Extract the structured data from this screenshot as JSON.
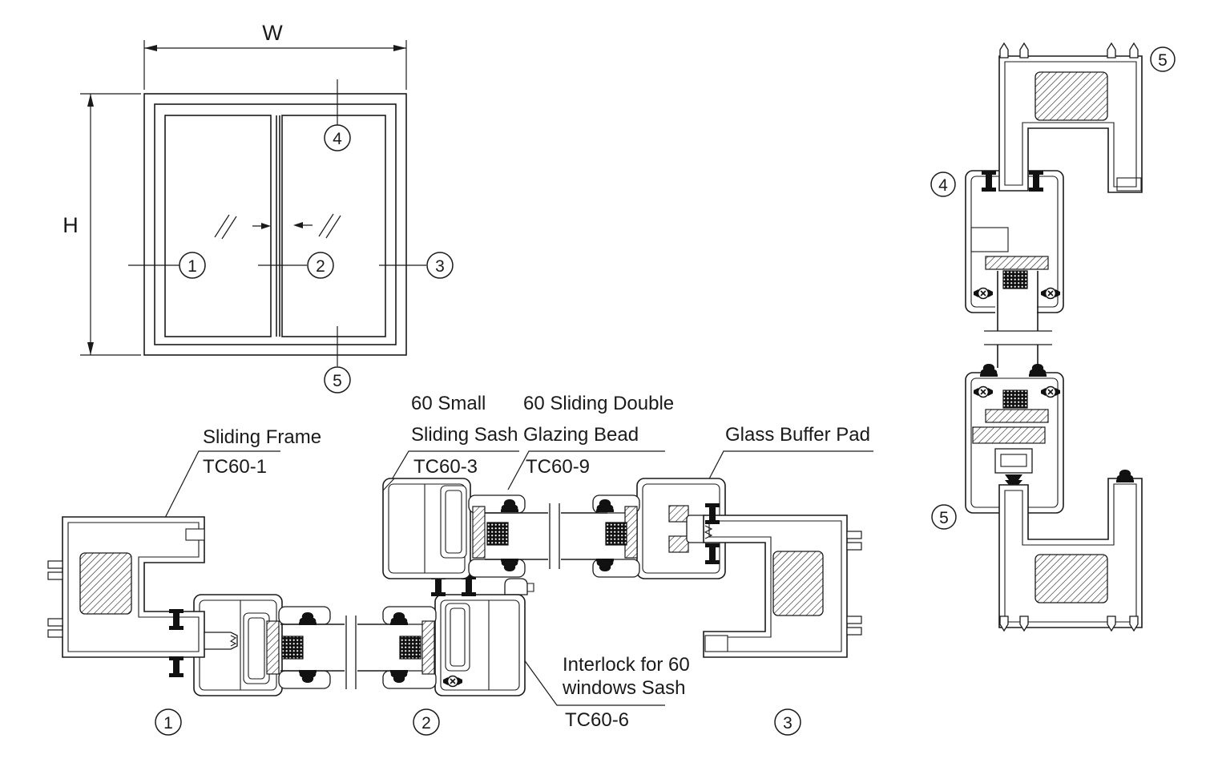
{
  "drawing": {
    "background": "#ffffff",
    "line_color": "#1a1a1a",
    "elevation": {
      "width_label": "W",
      "height_label": "H"
    },
    "callouts": {
      "c1": "1",
      "c2": "2",
      "c3": "3",
      "c4": "4",
      "c5": "5"
    },
    "labels": {
      "sliding_frame": {
        "line1": "Sliding Frame",
        "code": "TC60-1"
      },
      "small_sliding_sash": {
        "line1": "60 Small",
        "line2": "Sliding Sash",
        "code": "TC60-3"
      },
      "glazing_bead": {
        "line1": "60 Sliding Double",
        "line2": "Glazing Bead",
        "code": "TC60-9"
      },
      "glass_buffer_pad": {
        "line1": "Glass Buffer Pad"
      },
      "interlock": {
        "line1": "Interlock for 60",
        "line2": "windows Sash",
        "code": "TC60-6"
      }
    }
  }
}
